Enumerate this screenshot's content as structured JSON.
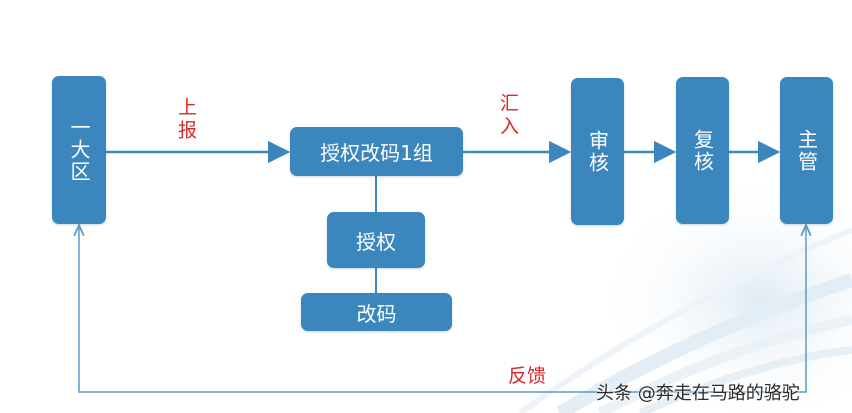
{
  "nodes": {
    "district": "一大区",
    "auth_group": "授权改码1组",
    "auth": "授权",
    "recode": "改码",
    "review": "审核",
    "recheck": "复核",
    "manager": "主管"
  },
  "edge_labels": {
    "report": "上报",
    "merge": "汇入",
    "feedback": "反馈"
  },
  "watermark": "头条 @奔走在马路的骆驼",
  "colors": {
    "node_fill": "#3a86bd",
    "line": "#3a86bd",
    "edge_label": "#d62a2a"
  }
}
